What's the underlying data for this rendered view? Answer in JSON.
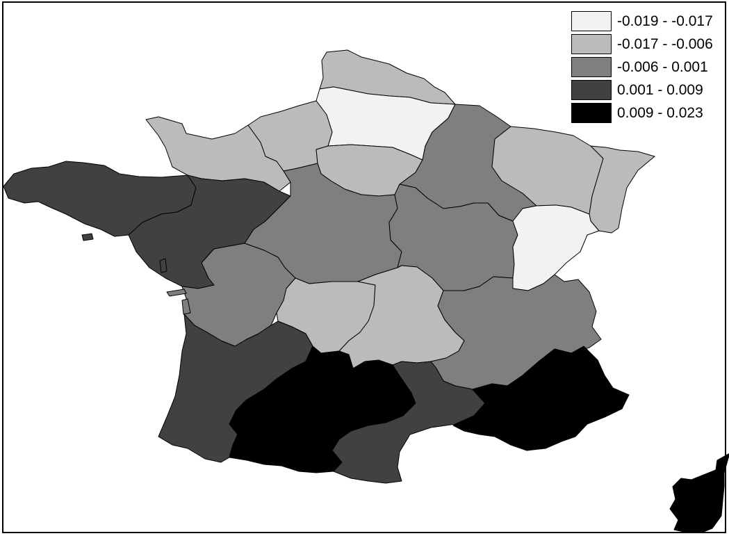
{
  "legend": {
    "items": [
      {
        "label": "-0.019 - -0.017",
        "color": "#f2f2f2"
      },
      {
        "label": "-0.017 - -0.006",
        "color": "#bbbbbb"
      },
      {
        "label": "-0.006 - 0.001",
        "color": "#7f7f7f"
      },
      {
        "label": "0.001 - 0.009",
        "color": "#414141"
      },
      {
        "label": "0.009 - 0.023",
        "color": "#000000"
      }
    ]
  },
  "regions": [
    {
      "id": "nord-pas-de-calais",
      "class": 1
    },
    {
      "id": "picardie",
      "class": 0
    },
    {
      "id": "haute-normandie",
      "class": 1
    },
    {
      "id": "basse-normandie",
      "class": 1
    },
    {
      "id": "ile-de-france",
      "class": 1
    },
    {
      "id": "champagne-ardenne",
      "class": 2
    },
    {
      "id": "lorraine",
      "class": 1
    },
    {
      "id": "alsace",
      "class": 1
    },
    {
      "id": "bretagne",
      "class": 3
    },
    {
      "id": "pays-de-la-loire",
      "class": 3
    },
    {
      "id": "centre",
      "class": 2
    },
    {
      "id": "bourgogne",
      "class": 2
    },
    {
      "id": "franche-comte",
      "class": 0
    },
    {
      "id": "poitou-charentes",
      "class": 2
    },
    {
      "id": "limousin",
      "class": 1
    },
    {
      "id": "auvergne",
      "class": 1
    },
    {
      "id": "rhone-alpes",
      "class": 2
    },
    {
      "id": "aquitaine",
      "class": 3
    },
    {
      "id": "midi-pyrenees",
      "class": 4
    },
    {
      "id": "languedoc-roussillon",
      "class": 3
    },
    {
      "id": "provence-alpes-cote-d-azur",
      "class": 4
    },
    {
      "id": "corse",
      "class": 4
    }
  ]
}
